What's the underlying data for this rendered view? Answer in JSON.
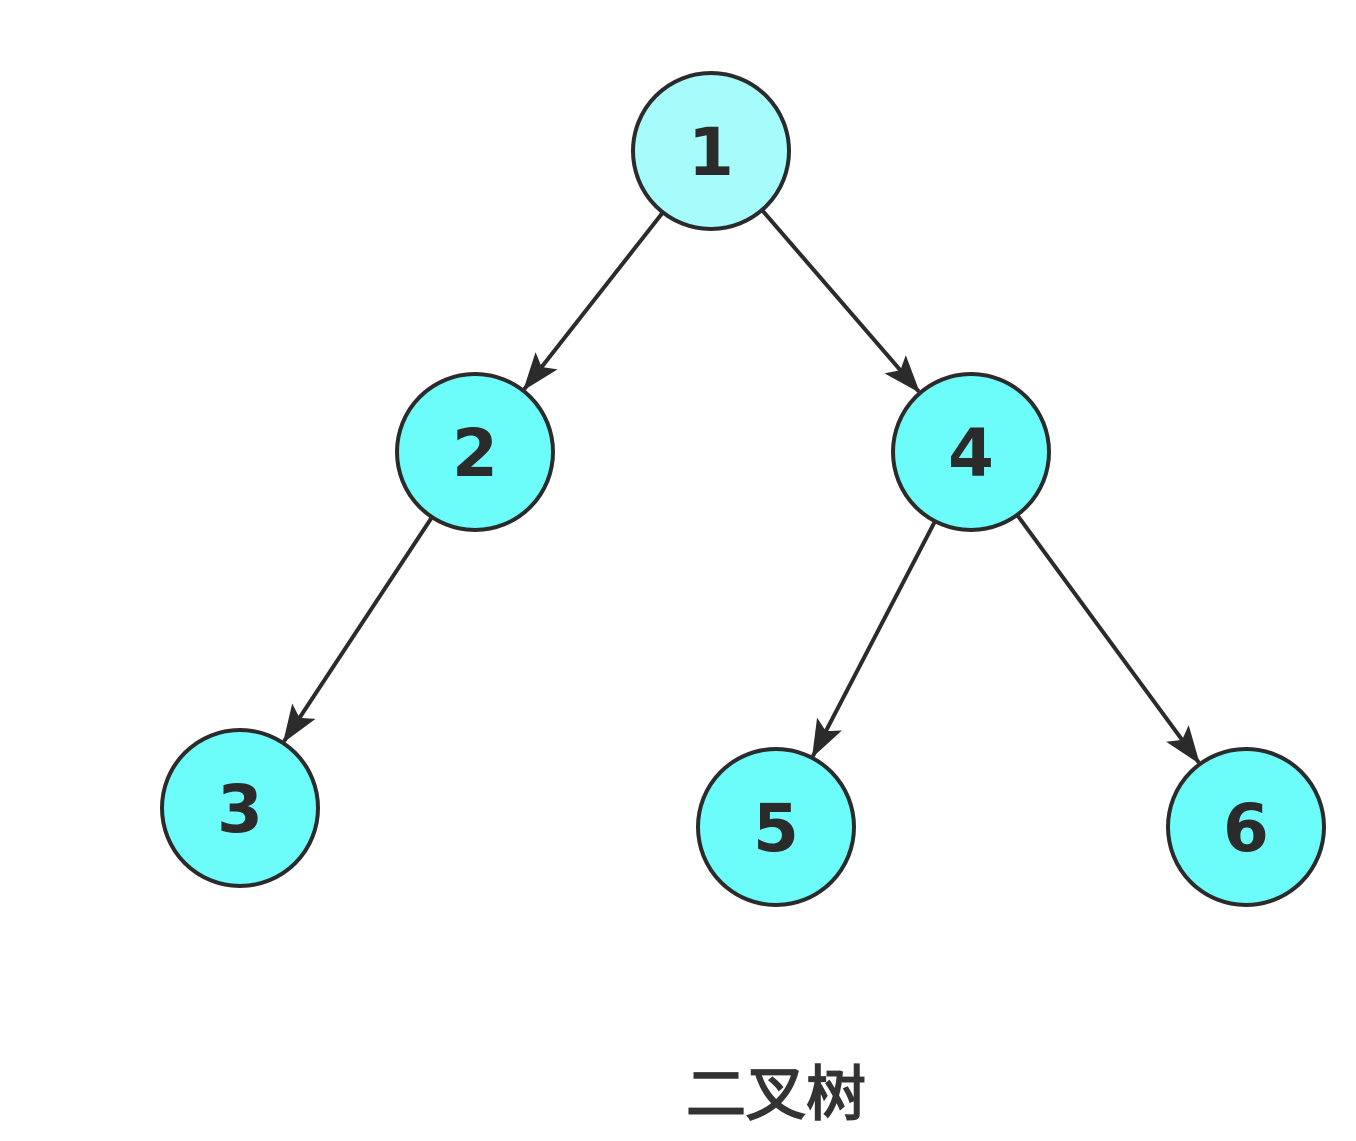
{
  "diagram": {
    "caption": "二叉树",
    "colors": {
      "node_fill": "#6cfdfb",
      "node_fill_root": "#a6fcfb",
      "node_stroke": "#2b2b2b",
      "edge": "#2b2b2b",
      "label": "#2b2b2b"
    },
    "nodes": [
      {
        "id": "n1",
        "label": "1"
      },
      {
        "id": "n2",
        "label": "2"
      },
      {
        "id": "n3",
        "label": "3"
      },
      {
        "id": "n4",
        "label": "4"
      },
      {
        "id": "n5",
        "label": "5"
      },
      {
        "id": "n6",
        "label": "6"
      }
    ],
    "edges": [
      {
        "from": "n1",
        "to": "n2"
      },
      {
        "from": "n1",
        "to": "n4"
      },
      {
        "from": "n2",
        "to": "n3"
      },
      {
        "from": "n4",
        "to": "n5"
      },
      {
        "from": "n4",
        "to": "n6"
      }
    ]
  }
}
